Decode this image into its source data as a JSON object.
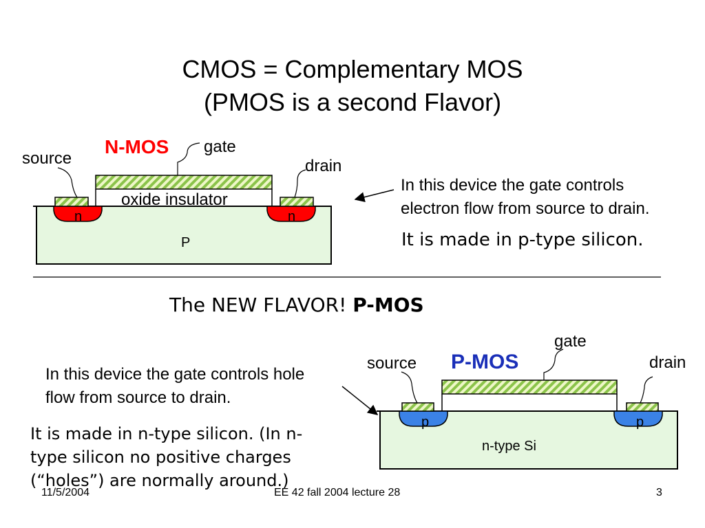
{
  "title": {
    "line1": "CMOS = Complementary MOS",
    "line2": "(PMOS is a second Flavor)"
  },
  "nmos": {
    "heading": "N-MOS",
    "labels": {
      "source": "source",
      "gate": "gate",
      "drain": "drain",
      "oxide": "oxide insulator",
      "n_left": "n",
      "n_right": "n",
      "substrate": "P"
    },
    "note_line1": "In this device the gate controls",
    "note_line2": "electron flow from source to drain.",
    "made_in": "It is made in p-type silicon.",
    "colors": {
      "doped": "#ff0000",
      "substrate": "#e6f7e0",
      "gate": "#8bc34a"
    }
  },
  "new_flavor": {
    "text": "The NEW FLAVOR!",
    "bold": "P-MOS"
  },
  "pmos": {
    "heading": "P-MOS",
    "labels": {
      "source": "source",
      "gate": "gate",
      "drain": "drain",
      "p_left": "p",
      "p_right": "p",
      "substrate": "n-type Si"
    },
    "note_line1": "In this device the gate controls hole",
    "note_line2": "flow from source to drain.",
    "made_in_line1": "It is made in n-type silicon.  (In n-",
    "made_in_line2": "type silicon no positive charges",
    "made_in_line3": "(“holes”) are normally around.)",
    "colors": {
      "doped": "#3b82e6",
      "heading": "#1a2fb8"
    }
  },
  "footer": {
    "date": "11/5/2004",
    "course": "EE 42 fall 2004 lecture 28",
    "page": "3"
  }
}
